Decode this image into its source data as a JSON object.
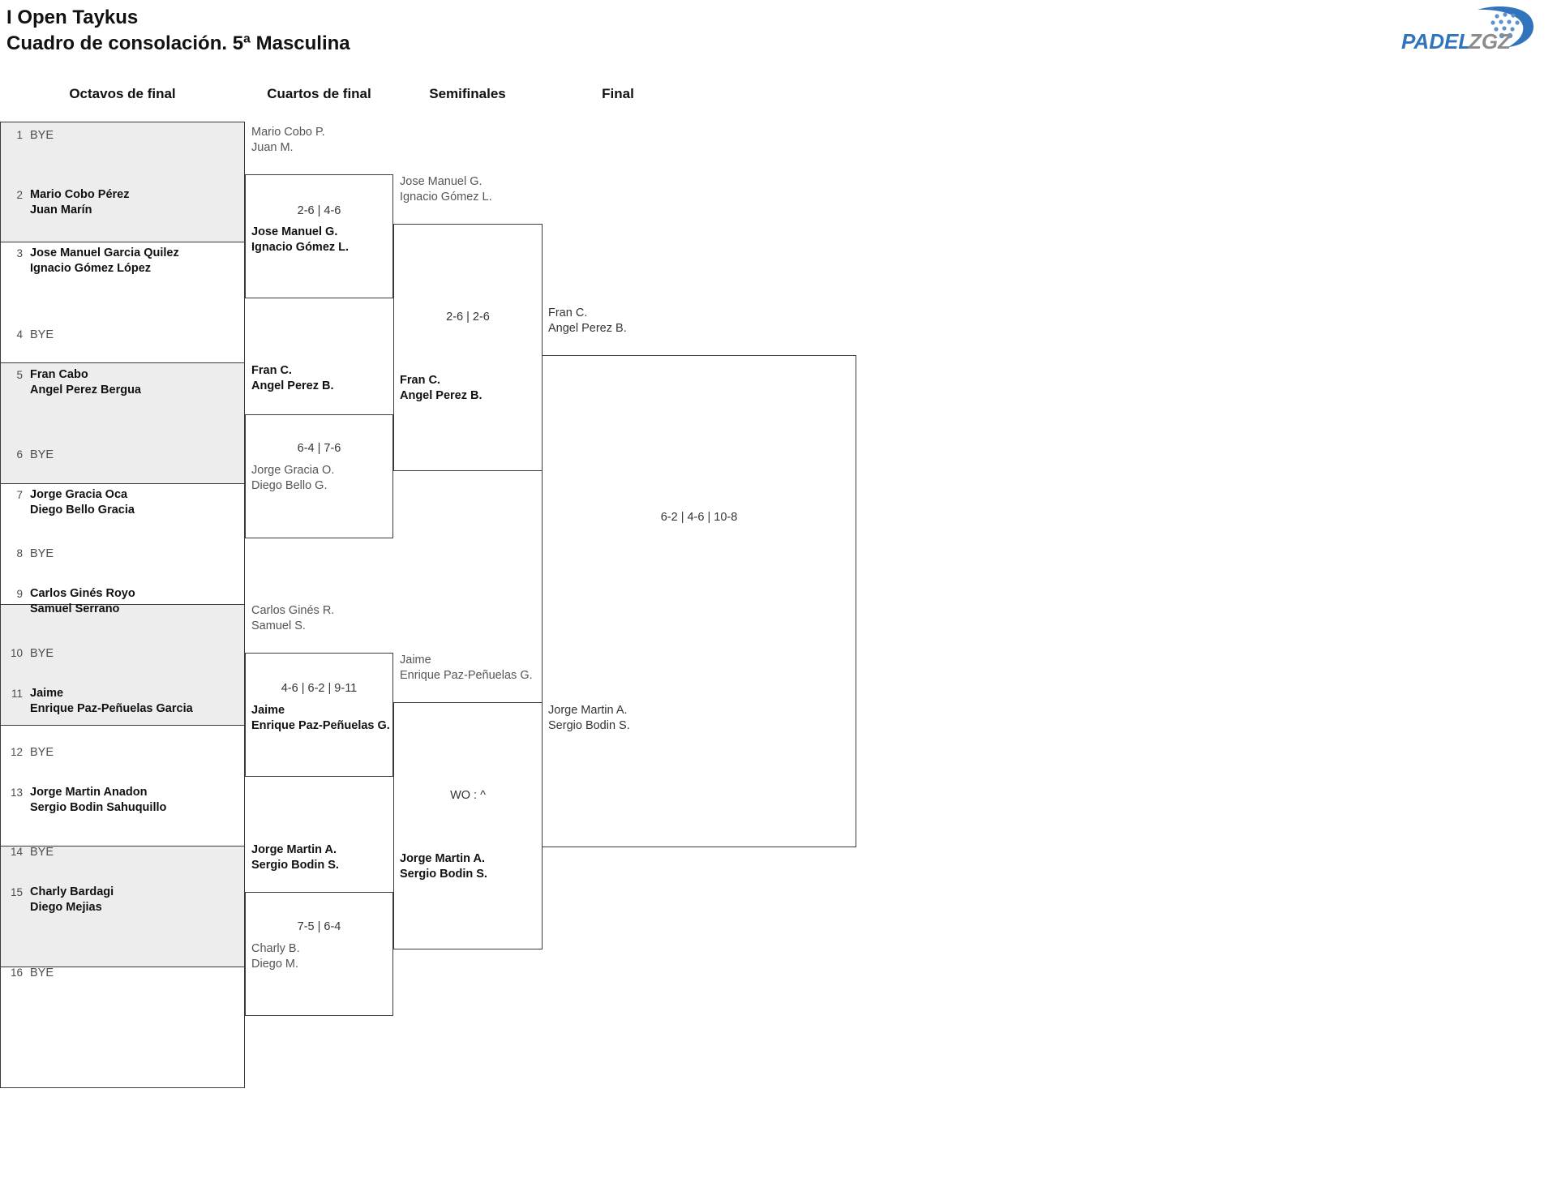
{
  "header": {
    "tournament": "I Open Taykus",
    "subtitle": "Cuadro de consolación. 5ª Masculina",
    "logo": {
      "name": "padelzgz-logo",
      "text_primary": "PADEL",
      "text_secondary": "ZGZ",
      "color_primary": "#2f74bd",
      "color_secondary": "#8c8c8c"
    }
  },
  "rounds": [
    {
      "label": "Octavos de final"
    },
    {
      "label": "Cuartos de final"
    },
    {
      "label": "Semifinales"
    },
    {
      "label": "Final"
    }
  ],
  "bye_label": "BYE",
  "round1": {
    "seeds": [
      {
        "num": "1",
        "line1": "BYE",
        "line2": "",
        "bye": true,
        "winner": false,
        "shaded": true
      },
      {
        "num": "2",
        "line1": "Mario Cobo Pérez",
        "line2": "Juan Marín",
        "bye": false,
        "winner": true,
        "shaded": true
      },
      {
        "num": "3",
        "line1": "Jose Manuel Garcia Quilez",
        "line2": "Ignacio Gómez López",
        "bye": false,
        "winner": true,
        "shaded": false
      },
      {
        "num": "4",
        "line1": "BYE",
        "line2": "",
        "bye": true,
        "winner": false,
        "shaded": false
      },
      {
        "num": "5",
        "line1": "Fran Cabo",
        "line2": "Angel Perez Bergua",
        "bye": false,
        "winner": true,
        "shaded": true
      },
      {
        "num": "6",
        "line1": "BYE",
        "line2": "",
        "bye": true,
        "winner": false,
        "shaded": true
      },
      {
        "num": "7",
        "line1": "Jorge Gracia Oca",
        "line2": "Diego Bello Gracia",
        "bye": false,
        "winner": true,
        "shaded": false
      },
      {
        "num": "8",
        "line1": "BYE",
        "line2": "",
        "bye": true,
        "winner": false,
        "shaded": false
      },
      {
        "num": "9",
        "line1": "Carlos Ginés Royo",
        "line2": "Samuel Serrano",
        "bye": false,
        "winner": true,
        "shaded": true
      },
      {
        "num": "10",
        "line1": "BYE",
        "line2": "",
        "bye": true,
        "winner": false,
        "shaded": true
      },
      {
        "num": "11",
        "line1": "Jaime",
        "line2": "Enrique Paz-Peñuelas Garcia",
        "bye": false,
        "winner": true,
        "shaded": false
      },
      {
        "num": "12",
        "line1": "BYE",
        "line2": "",
        "bye": true,
        "winner": false,
        "shaded": false
      },
      {
        "num": "13",
        "line1": "Jorge Martin Anadon",
        "line2": "Sergio Bodin Sahuquillo",
        "bye": false,
        "winner": true,
        "shaded": true
      },
      {
        "num": "14",
        "line1": "BYE",
        "line2": "",
        "bye": true,
        "winner": false,
        "shaded": true
      },
      {
        "num": "15",
        "line1": "Charly Bardagi",
        "line2": "Diego Mejias",
        "bye": false,
        "winner": true,
        "shaded": false
      },
      {
        "num": "16",
        "line1": "BYE",
        "line2": "",
        "bye": true,
        "winner": false,
        "shaded": false
      }
    ]
  },
  "quarterfinals": [
    {
      "top": {
        "line1": "Mario Cobo P.",
        "line2": "Juan M.",
        "state": "lose"
      },
      "bottom": {
        "line1": "Jose Manuel G.",
        "line2": "Ignacio Gómez L.",
        "state": "win"
      },
      "score": "2-6 | 4-6"
    },
    {
      "top": {
        "line1": "Fran C.",
        "line2": "Angel Perez B.",
        "state": "win"
      },
      "bottom": {
        "line1": "Jorge Gracia O.",
        "line2": "Diego Bello G.",
        "state": "lose"
      },
      "score": "6-4 | 7-6"
    },
    {
      "top": {
        "line1": "Carlos Ginés R.",
        "line2": "Samuel S.",
        "state": "lose"
      },
      "bottom": {
        "line1": "Jaime",
        "line2": "Enrique Paz-Peñuelas G.",
        "state": "win"
      },
      "score": "4-6 | 6-2 | 9-11"
    },
    {
      "top": {
        "line1": "Jorge Martin A.",
        "line2": "Sergio Bodin S.",
        "state": "win"
      },
      "bottom": {
        "line1": "Charly B.",
        "line2": "Diego M.",
        "state": "lose"
      },
      "score": "7-5 | 6-4"
    }
  ],
  "semifinals": [
    {
      "top": {
        "line1": "Jose Manuel G.",
        "line2": "Ignacio Gómez L.",
        "state": "lose"
      },
      "bottom": {
        "line1": "Fran C.",
        "line2": "Angel Perez B.",
        "state": "win"
      },
      "score": "2-6 | 2-6"
    },
    {
      "top": {
        "line1": "Jaime",
        "line2": "Enrique Paz-Peñuelas G.",
        "state": "lose"
      },
      "bottom": {
        "line1": "Jorge Martin A.",
        "line2": "Sergio Bodin S.",
        "state": "win"
      },
      "score": "WO : ^"
    }
  ],
  "final": {
    "top": {
      "line1": "Fran C.",
      "line2": "Angel Perez B.",
      "state": "plain"
    },
    "bottom": {
      "line1": "Jorge Martin A.",
      "line2": "Sergio Bodin S.",
      "state": "plain"
    },
    "score": "6-2 | 4-6 | 10-8"
  }
}
